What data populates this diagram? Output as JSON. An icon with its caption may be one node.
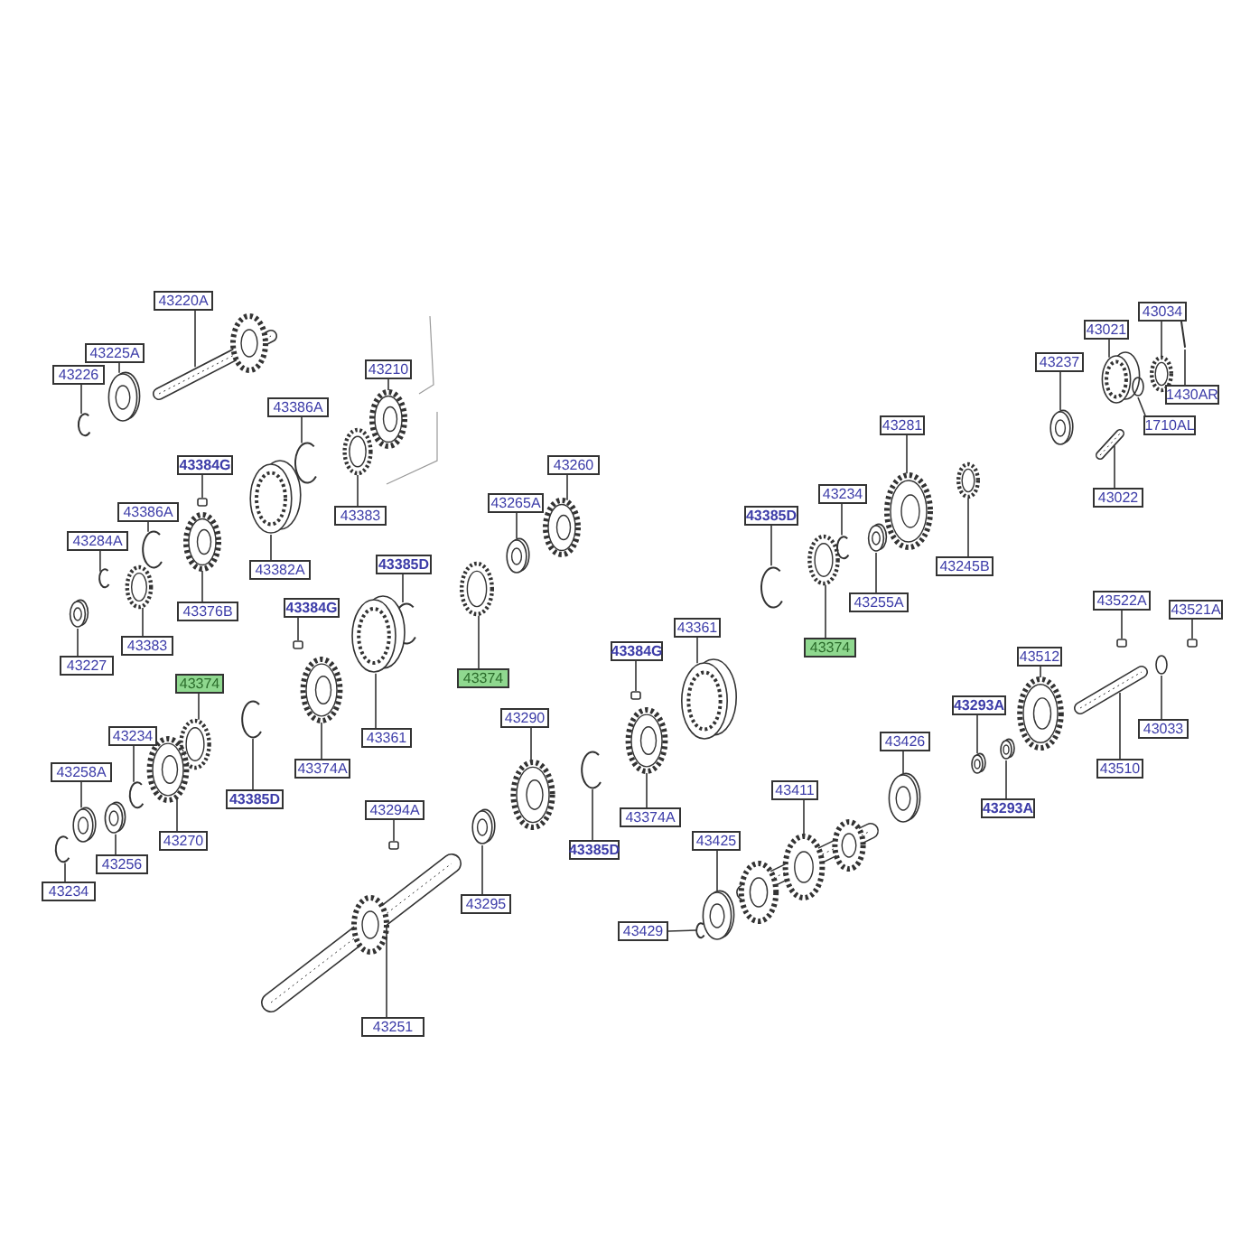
{
  "diagram": {
    "nodes": [
      {
        "text": [
          "43220A"
        ]
      },
      {
        "text": [
          "43225A"
        ]
      },
      {
        "text": [
          "43226"
        ]
      },
      {
        "text": [
          "43210"
        ]
      },
      {
        "text": [
          "43386A"
        ]
      },
      {
        "text": [
          "43384G"
        ]
      },
      {
        "text": [
          "43386A"
        ]
      },
      {
        "text": [
          "43284A"
        ]
      },
      {
        "text": [
          "43383"
        ]
      },
      {
        "text": [
          "43382A"
        ]
      },
      {
        "text": [
          "43385D"
        ]
      },
      {
        "text": [
          "43376B"
        ]
      },
      {
        "text": [
          "43384G"
        ]
      },
      {
        "text": [
          "43383"
        ]
      },
      {
        "text": [
          "43227"
        ]
      },
      {
        "text": [
          "43374"
        ]
      },
      {
        "text": [
          "43361"
        ]
      },
      {
        "text": [
          "43234"
        ]
      },
      {
        "text": [
          "43374A"
        ]
      },
      {
        "text": [
          "43258A"
        ]
      },
      {
        "text": [
          "43385D"
        ]
      },
      {
        "text": [
          "43294A"
        ]
      },
      {
        "text": [
          "43270"
        ]
      },
      {
        "text": [
          "43256"
        ]
      },
      {
        "text": [
          "43234"
        ]
      },
      {
        "text": [
          "43251"
        ]
      },
      {
        "text": [
          "43260"
        ]
      },
      {
        "text": [
          "43265A"
        ]
      },
      {
        "text": [
          "43374"
        ]
      },
      {
        "text": [
          "43290"
        ]
      },
      {
        "text": [
          "43295"
        ]
      },
      {
        "text": [
          "43384G"
        ]
      },
      {
        "text": [
          "43361"
        ]
      },
      {
        "text": [
          "43374A"
        ]
      },
      {
        "text": [
          "43385D"
        ]
      },
      {
        "text": [
          "43281"
        ]
      },
      {
        "text": [
          "43234"
        ]
      },
      {
        "text": [
          "43385D"
        ]
      },
      {
        "text": [
          "43245B"
        ]
      },
      {
        "text": [
          "43255A"
        ]
      },
      {
        "text": [
          "43374"
        ]
      },
      {
        "text": [
          "43426"
        ]
      },
      {
        "text": [
          "43411"
        ]
      },
      {
        "text": [
          "43425"
        ]
      },
      {
        "text": [
          "43429"
        ]
      },
      {
        "text": [
          "43034"
        ]
      },
      {
        "text": [
          "43021"
        ]
      },
      {
        "text": [
          "43237"
        ]
      },
      {
        "text": [
          "1430AR"
        ]
      },
      {
        "text": [
          "1710AL"
        ]
      },
      {
        "text": [
          "43022"
        ]
      },
      {
        "text": [
          "43522A"
        ]
      },
      {
        "text": [
          "43521A"
        ]
      },
      {
        "text": [
          "43512"
        ]
      },
      {
        "text": [
          "43293A"
        ]
      },
      {
        "text": [
          "43033"
        ]
      },
      {
        "text": [
          "43510"
        ]
      },
      {
        "text": [
          "43293A"
        ]
      },
      {
        "text": [],
        "shape": "shaft"
      },
      {
        "text": [],
        "shape": "bearing"
      },
      {
        "text": [],
        "shape": "clip"
      },
      {
        "text": [],
        "shape": "gear"
      },
      {
        "text": [],
        "shape": "clip"
      },
      {
        "text": [],
        "shape": "key"
      },
      {
        "text": [],
        "shape": "clip"
      },
      {
        "text": [],
        "shape": "clip"
      },
      {
        "text": [],
        "shape": "ring"
      },
      {
        "text": [],
        "shape": "sleeve"
      },
      {
        "text": [],
        "shape": "clip"
      },
      {
        "text": [],
        "shape": "gear"
      },
      {
        "text": [],
        "shape": "key"
      },
      {
        "text": [],
        "shape": "ring"
      },
      {
        "text": [],
        "shape": "bearing"
      },
      {
        "text": [],
        "shape": "ring"
      },
      {
        "text": [],
        "shape": "sleeve"
      },
      {
        "text": [],
        "shape": "clip"
      },
      {
        "text": [],
        "shape": "gear"
      },
      {
        "text": [],
        "shape": "bearing"
      },
      {
        "text": [],
        "shape": "clip"
      },
      {
        "text": [],
        "shape": "key"
      },
      {
        "text": [],
        "shape": "gear"
      },
      {
        "text": [],
        "shape": "bearing"
      },
      {
        "text": [],
        "shape": "clip"
      },
      {
        "text": [],
        "shape": "shaft"
      },
      {
        "text": [],
        "shape": "gear"
      },
      {
        "text": [],
        "shape": "bearing"
      },
      {
        "text": [],
        "shape": "ring"
      },
      {
        "text": [],
        "shape": "gear"
      },
      {
        "text": [],
        "shape": "bearing"
      },
      {
        "text": [],
        "shape": "key"
      },
      {
        "text": [],
        "shape": "sleeve"
      },
      {
        "text": [],
        "shape": "gear"
      },
      {
        "text": [],
        "shape": "clip"
      },
      {
        "text": [],
        "shape": "gear"
      },
      {
        "text": [],
        "shape": "clip"
      },
      {
        "text": [],
        "shape": "clip"
      },
      {
        "text": [],
        "shape": "ring"
      },
      {
        "text": [],
        "shape": "bearing"
      },
      {
        "text": [],
        "shape": "ring"
      },
      {
        "text": [],
        "shape": "bearing"
      },
      {
        "text": [],
        "shape": "shaft"
      },
      {
        "text": [],
        "shape": "bearing"
      },
      {
        "text": [],
        "shape": "clip"
      },
      {
        "text": [],
        "shape": "ring"
      },
      {
        "text": [],
        "shape": "sleeve"
      },
      {
        "text": [],
        "shape": "bearing"
      },
      {
        "text": [],
        "shape": "pin"
      },
      {
        "text": [],
        "shape": "circle"
      },
      {
        "text": [],
        "shape": "bolt"
      },
      {
        "text": [],
        "shape": "key"
      },
      {
        "text": [],
        "shape": "key"
      },
      {
        "text": [],
        "shape": "gear"
      },
      {
        "text": [],
        "shape": "bearing"
      },
      {
        "text": [],
        "shape": "circle"
      },
      {
        "text": [],
        "shape": "shaft"
      },
      {
        "text": [],
        "shape": "bearing"
      }
    ],
    "edges": [
      {
        "from": 0,
        "to": 58,
        "arrow": "none"
      },
      {
        "from": 1,
        "to": 59,
        "arrow": "none"
      },
      {
        "from": 2,
        "to": 60,
        "arrow": "none"
      },
      {
        "from": 3,
        "to": 61,
        "arrow": "none"
      },
      {
        "from": 4,
        "to": 62,
        "arrow": "none"
      },
      {
        "from": 5,
        "to": 63,
        "arrow": "none"
      },
      {
        "from": 6,
        "to": 64,
        "arrow": "none"
      },
      {
        "from": 7,
        "to": 65,
        "arrow": "none"
      },
      {
        "from": 8,
        "to": 66,
        "arrow": "none"
      },
      {
        "from": 9,
        "to": 67,
        "arrow": "none"
      },
      {
        "from": 10,
        "to": 68,
        "arrow": "none"
      },
      {
        "from": 11,
        "to": 69,
        "arrow": "none"
      },
      {
        "from": 12,
        "to": 70,
        "arrow": "none"
      },
      {
        "from": 13,
        "to": 71,
        "arrow": "none"
      },
      {
        "from": 14,
        "to": 72,
        "arrow": "none"
      },
      {
        "from": 15,
        "to": 73,
        "arrow": "none"
      },
      {
        "from": 16,
        "to": 74,
        "arrow": "none"
      },
      {
        "from": 17,
        "to": 75,
        "arrow": "none"
      },
      {
        "from": 18,
        "to": 76,
        "arrow": "none"
      },
      {
        "from": 19,
        "to": 77,
        "arrow": "none"
      },
      {
        "from": 20,
        "to": 78,
        "arrow": "none"
      },
      {
        "from": 21,
        "to": 79,
        "arrow": "none"
      },
      {
        "from": 22,
        "to": 80,
        "arrow": "none"
      },
      {
        "from": 23,
        "to": 81,
        "arrow": "none"
      },
      {
        "from": 24,
        "to": 82,
        "arrow": "none"
      },
      {
        "from": 25,
        "to": 83,
        "arrow": "none"
      },
      {
        "from": 26,
        "to": 84,
        "arrow": "none"
      },
      {
        "from": 27,
        "to": 85,
        "arrow": "none"
      },
      {
        "from": 28,
        "to": 86,
        "arrow": "none"
      },
      {
        "from": 29,
        "to": 87,
        "arrow": "none"
      },
      {
        "from": 30,
        "to": 88,
        "arrow": "none"
      },
      {
        "from": 31,
        "to": 89,
        "arrow": "none"
      },
      {
        "from": 32,
        "to": 90,
        "arrow": "none"
      },
      {
        "from": 33,
        "to": 91,
        "arrow": "none"
      },
      {
        "from": 34,
        "to": 92,
        "arrow": "none"
      },
      {
        "from": 35,
        "to": 93,
        "arrow": "none"
      },
      {
        "from": 36,
        "to": 94,
        "arrow": "none"
      },
      {
        "from": 37,
        "to": 95,
        "arrow": "none"
      },
      {
        "from": 38,
        "to": 96,
        "arrow": "none"
      },
      {
        "from": 39,
        "to": 97,
        "arrow": "none"
      },
      {
        "from": 40,
        "to": 98,
        "arrow": "none"
      },
      {
        "from": 41,
        "to": 99,
        "arrow": "none"
      },
      {
        "from": 42,
        "to": 100,
        "arrow": "none"
      },
      {
        "from": 43,
        "to": 101,
        "arrow": "none"
      },
      {
        "from": 44,
        "to": 102,
        "arrow": "none"
      },
      {
        "from": 45,
        "to": 103,
        "arrow": "none"
      },
      {
        "from": 46,
        "to": 104,
        "arrow": "none"
      },
      {
        "from": 47,
        "to": 105,
        "arrow": "none"
      },
      {
        "from": 48,
        "to": 106,
        "arrow": "none"
      },
      {
        "from": 49,
        "to": 107,
        "arrow": "none"
      },
      {
        "from": 50,
        "to": 108,
        "arrow": "none"
      },
      {
        "from": 51,
        "to": 109,
        "arrow": "none"
      },
      {
        "from": 52,
        "to": 110,
        "arrow": "none"
      },
      {
        "from": 53,
        "to": 111,
        "arrow": "none"
      },
      {
        "from": 54,
        "to": 112,
        "arrow": "none"
      },
      {
        "from": 55,
        "to": 113,
        "arrow": "none"
      },
      {
        "from": 56,
        "to": 114,
        "arrow": "none"
      },
      {
        "from": 57,
        "to": 115,
        "arrow": "none"
      }
    ]
  }
}
